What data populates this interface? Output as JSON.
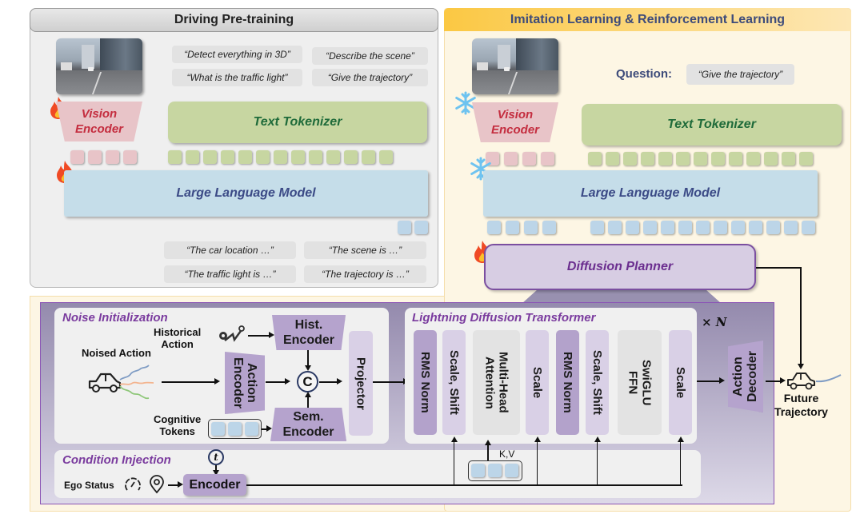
{
  "pretraining": {
    "title": "Driving Pre-training",
    "prompts": [
      "“Detect everything in 3D”",
      "“Describe the scene”",
      "“What is the traffic light”",
      "“Give the trajectory”"
    ],
    "vision_encoder": [
      "Vision",
      "Encoder"
    ],
    "text_tokenizer": "Text Tokenizer",
    "llm": "Large Language Model",
    "outputs": [
      "“The car location …”",
      "“The scene is  …”",
      "“The traffic light is …”",
      "“The trajectory is …”"
    ],
    "vision_encoder_state": "flame-icon",
    "llm_state": "flame-icon",
    "vision_token_count": 4,
    "text_token_count": 13,
    "output_token_count": 2
  },
  "imitation": {
    "title": "Imitation Learning & Reinforcement Learning",
    "question_label": "Question:",
    "question_value": "“Give the trajectory”",
    "vision_encoder": [
      "Vision",
      "Encoder"
    ],
    "text_tokenizer": "Text Tokenizer",
    "llm": "Large Language Model",
    "vision_encoder_state": "snowflake-icon",
    "llm_state": "snowflake-icon",
    "diffusion_planner": "Diffusion Planner",
    "diffusion_planner_state": "flame-icon",
    "vision_token_count": 4,
    "text_token_count": 13,
    "llm_output_left_count": 4,
    "llm_output_right_count": 13
  },
  "noise_init": {
    "title": "Noise Initialization",
    "historical_action": [
      "Historical",
      "Action"
    ],
    "noised_action": "Noised Action",
    "cognitive_tokens": [
      "Cognitive",
      "Tokens"
    ],
    "hist_encoder": [
      "Hist.",
      "Encoder"
    ],
    "action_encoder": "Action\nEncoder",
    "sem_encoder": [
      "Sem.",
      "Encoder"
    ],
    "concat_symbol": "C",
    "projector": "Projector"
  },
  "ldt": {
    "title": "Lightning Diffusion Transformer",
    "repeat": "× N",
    "blocks": [
      "RMS Norm",
      "Scale, Shift",
      "Multi-Head\nAttention",
      "Scale",
      "RMS Norm",
      "Scale, Shift",
      "SwiGLU\nFFN",
      "Scale"
    ],
    "kv_label": "K,V"
  },
  "condition": {
    "title": "Condition Injection",
    "timestep": "t",
    "ego_status": "Ego Status",
    "encoder": "Encoder"
  },
  "output": {
    "action_decoder": "Action\nDecoder",
    "future_trajectory": [
      "Future",
      "Trajectory"
    ]
  },
  "colors": {
    "vision": "#e8c4c8",
    "text": "#c7d6a1",
    "llm": "#c5dde9",
    "planner": "#d7cde3",
    "accent_purple": "#7a3b9e",
    "il_header": "#fbc843"
  }
}
